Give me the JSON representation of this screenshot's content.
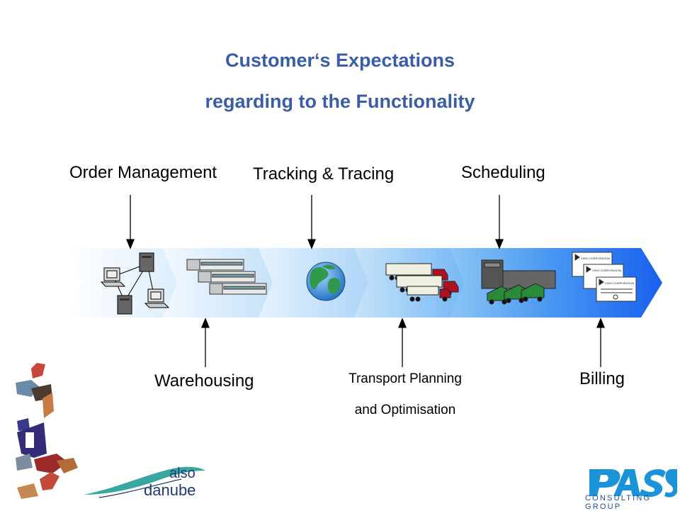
{
  "title": {
    "line1": "Customer‘s Expectations",
    "line2": "regarding to the Functionality"
  },
  "top_labels": {
    "order_management": "Order Management",
    "tracking_tracing": "Tracking & Tracing",
    "scheduling": "Scheduling"
  },
  "bottom_labels": {
    "warehousing": "Warehousing",
    "transport_line1": "Transport Planning",
    "transport_line2": "and Optimisation",
    "billing": "Billing"
  },
  "invoice_text": "VISIO CORPORATION",
  "logos": {
    "also_danube": {
      "line1": "also",
      "line2": "danube"
    },
    "pass": {
      "tagline": "CONSULTING GROUP"
    }
  },
  "colors": {
    "title": "#3a5da8",
    "arrow_light": "#eef6fd",
    "arrow_dark": "#1a66f0",
    "truck_green": "#2a8a3a",
    "truck_red": "#b01020"
  }
}
